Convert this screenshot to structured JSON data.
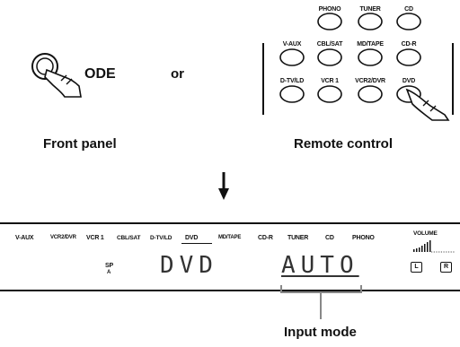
{
  "front": {
    "mode_label": "ODE",
    "or_label": "or",
    "caption": "Front panel"
  },
  "remote": {
    "caption": "Remote control",
    "buttons": [
      {
        "label": "PHONO"
      },
      {
        "label": "TUNER"
      },
      {
        "label": "CD"
      },
      {
        "label": "V-AUX"
      },
      {
        "label": "CBL/SAT"
      },
      {
        "label": "MD/TAPE"
      },
      {
        "label": "CD-R"
      },
      {
        "label": "D-TV/LD"
      },
      {
        "label": "VCR 1"
      },
      {
        "label": "VCR2/DVR"
      },
      {
        "label": "DVD"
      }
    ]
  },
  "display": {
    "inputs": [
      "V-AUX",
      "VCR2/DVR",
      "VCR 1",
      "CBL/SAT",
      "D-TV/LD",
      "DVD",
      "MD/TAPE",
      "CD-R",
      "TUNER",
      "CD",
      "PHONO"
    ],
    "volume_label": "VOLUME",
    "sp_label": "SP",
    "sp_sub": "A",
    "main_text": "DVD",
    "mode_text": "AUTO",
    "left_indicator": "L",
    "right_indicator": "R"
  },
  "callout": {
    "label": "Input mode"
  }
}
